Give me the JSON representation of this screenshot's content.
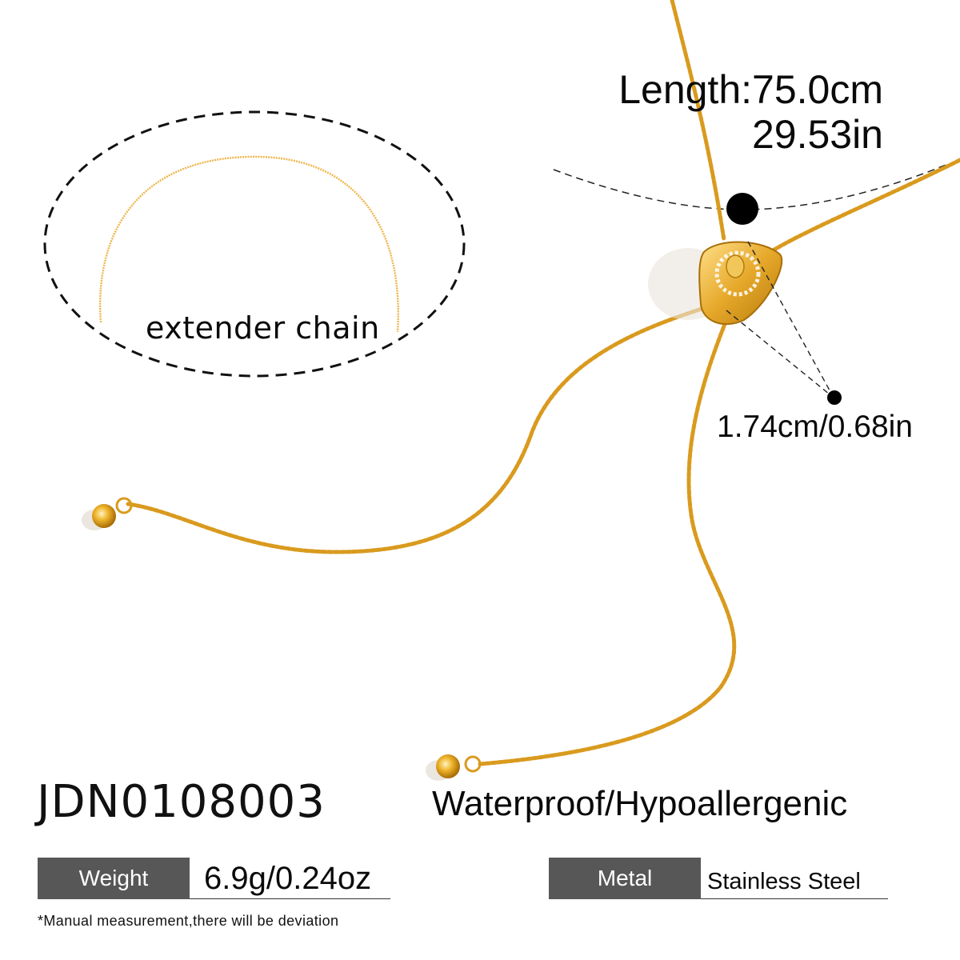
{
  "product": {
    "sku": "JDN0108003",
    "features": "Waterproof/Hypoallergenic"
  },
  "measurements": {
    "length_cm": "Length:75.0cm",
    "length_in": "29.53in",
    "pendant_size": "1.74cm/0.68in"
  },
  "callouts": {
    "extender": "extender chain"
  },
  "specs": {
    "weight": {
      "label": "Weight",
      "value": "6.9g/0.24oz"
    },
    "metal": {
      "label": "Metal",
      "value": "Stainless Steel"
    }
  },
  "footer": {
    "disclaimer": "*Manual measurement,there will be deviation"
  },
  "colors": {
    "gold": "#e0a62a",
    "gold_dark": "#b97f10",
    "label_bg": "#575757",
    "text": "#0a0a0a"
  }
}
